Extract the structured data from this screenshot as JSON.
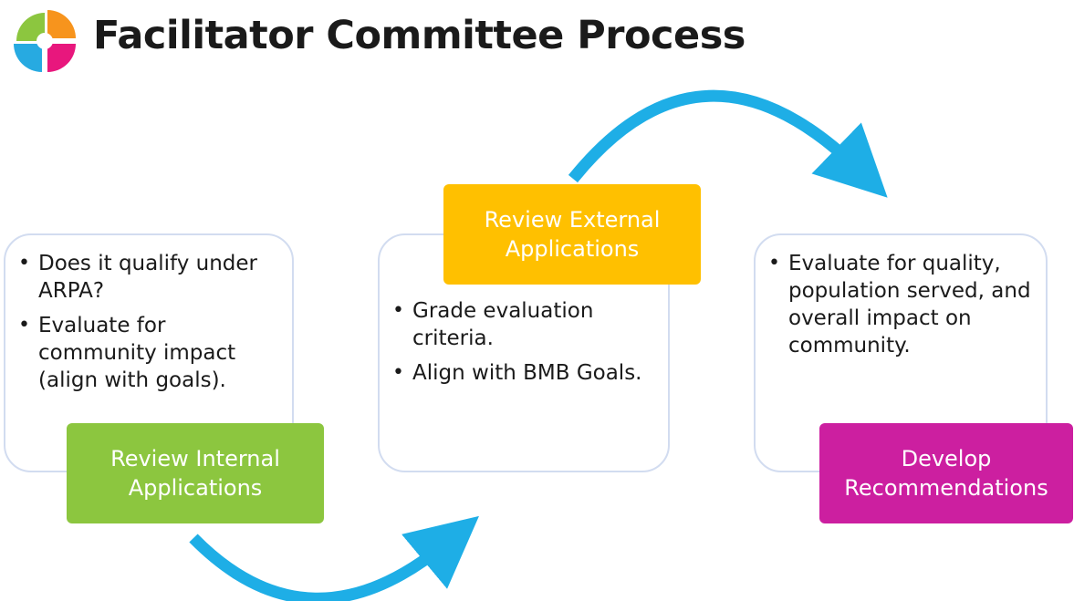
{
  "header": {
    "title": "Facilitator Committee Process"
  },
  "logo": {
    "colors": [
      "#8cc63f",
      "#f7941d",
      "#e8177d",
      "#27aae1"
    ]
  },
  "steps": [
    {
      "label": "Review Internal Applications",
      "color": "#8cc63f",
      "bullets": [
        "Does it qualify under ARPA?",
        "Evaluate for community impact (align with goals)."
      ]
    },
    {
      "label": "Review External Applications",
      "color": "#ffc000",
      "bullets": [
        "Grade evaluation criteria.",
        "Align with BMB Goals."
      ]
    },
    {
      "label": "Develop Recommendations",
      "color": "#cc1fa0",
      "bullets": [
        "Evaluate for quality, population served, and overall impact on community."
      ]
    }
  ],
  "arrow_color": "#1eaee6"
}
